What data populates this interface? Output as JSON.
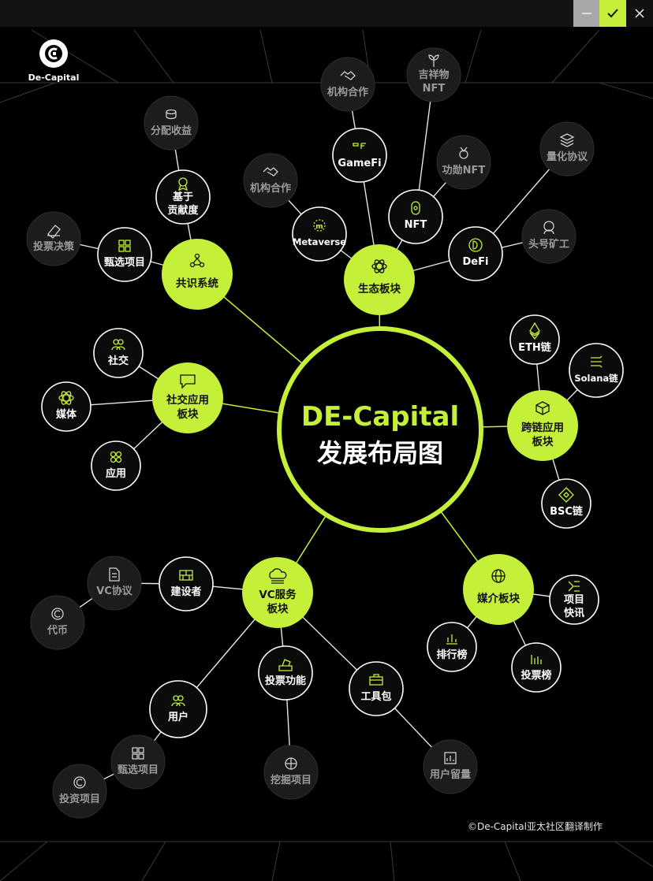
{
  "window": {
    "minimize_icon": "minus-icon",
    "confirm_icon": "check-icon",
    "close_icon": "close-icon"
  },
  "brand": {
    "name": "De-Capital",
    "logo_icon": "de-capital-logo"
  },
  "colors": {
    "accent": "#c4f03a",
    "background": "#000000",
    "node_fill": "#0b0b0b",
    "node_stroke": "#ffffff",
    "dim_fill": "#1c1c1c",
    "dim_text": "#9a9a9a"
  },
  "center": {
    "line1": "DE-Capital",
    "line2": "发展布局图"
  },
  "hubs": {
    "consensus": {
      "label": "共识系统",
      "icon": "network-icon"
    },
    "ecosystem": {
      "label": "生态板块",
      "icon": "atom-icon"
    },
    "social": {
      "line1": "社交应用",
      "line2": "板块",
      "icon": "chat-icon"
    },
    "crosschain": {
      "line1": "跨链应用",
      "line2": "板块",
      "icon": "cube-icon"
    },
    "vc": {
      "line1": "VC服务",
      "line2": "板块",
      "icon": "cloud-icon"
    },
    "media": {
      "label": "媒介板块",
      "icon": "globe-icon"
    }
  },
  "nodes": {
    "contribution": {
      "line1": "基于",
      "line2": "贡献度"
    },
    "select_projects": {
      "label": "甄选项目"
    },
    "dividend": {
      "label": "分配收益"
    },
    "vote_decision": {
      "label": "投票决策"
    },
    "metaverse": {
      "label": "Metaverse"
    },
    "gamefi": {
      "label": "GameFi"
    },
    "nft": {
      "label": "NFT"
    },
    "defi": {
      "label": "DeFi"
    },
    "inst_coop_1": {
      "label": "机构合作"
    },
    "inst_coop_2": {
      "label": "机构合作"
    },
    "mascot_nft": {
      "line1": "吉祥物",
      "line2": "NFT"
    },
    "merit_nft": {
      "label": "功勋NFT"
    },
    "quant_protocol": {
      "label": "量化协议"
    },
    "top_miner": {
      "label": "头号矿工"
    },
    "social_node": {
      "label": "社交"
    },
    "media_node": {
      "label": "媒体"
    },
    "app": {
      "label": "应用"
    },
    "eth": {
      "label": "ETH链"
    },
    "solana": {
      "label": "Solana链"
    },
    "bsc": {
      "label": "BSC链"
    },
    "builder": {
      "label": "建设者"
    },
    "vc_protocol": {
      "label": "VC协议"
    },
    "token": {
      "label": "代币"
    },
    "user": {
      "label": "用户"
    },
    "vc_select": {
      "label": "甄选项目"
    },
    "invest_projects": {
      "label": "投资项目"
    },
    "voting_function": {
      "label": "投票功能"
    },
    "mining_projects": {
      "label": "挖掘项目"
    },
    "toolkit": {
      "label": "工具包"
    },
    "user_retention": {
      "label": "用户留量"
    },
    "project_news": {
      "line1": "项目",
      "line2": "快讯"
    },
    "ranking": {
      "label": "排行榜"
    },
    "vote_ranking": {
      "label": "投票榜"
    }
  },
  "credit": "©De-Capital亚太社区翻译制作"
}
